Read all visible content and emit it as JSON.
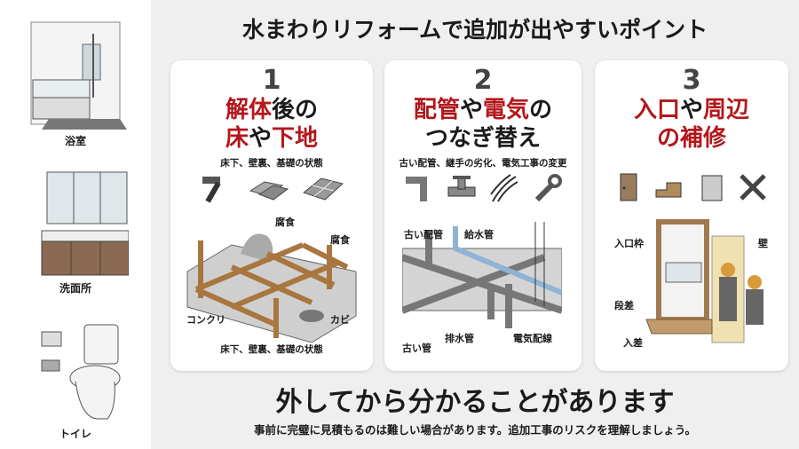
{
  "sidebar": {
    "rooms": [
      {
        "label": "浴室"
      },
      {
        "label": "洗面所"
      },
      {
        "label": "トイレ"
      }
    ]
  },
  "title": "水まわりリフォームで追加が出やすいポイント",
  "cards": [
    {
      "number": "1",
      "heading_line1_red": "解体",
      "heading_line1_black": "後の",
      "heading_line2_red1": "床",
      "heading_line2_black": "や",
      "heading_line2_red2": "下地",
      "subtitle": "床下、壁裏、基礎の状態",
      "labels": [
        "腐食",
        "腐食",
        "コンクリ",
        "カビ"
      ],
      "caption": "床下、壁裏、基礎の状態"
    },
    {
      "number": "2",
      "heading_line1_red1": "配管",
      "heading_line1_black1": "や",
      "heading_line1_red2": "電気",
      "heading_line1_black2": "の",
      "heading_line2": "つなぎ替え",
      "subtitle": "古い配管、継手の劣化、電気工事の変更",
      "labels": [
        "古い配管",
        "給水管",
        "古い管",
        "排水管",
        "電気配線"
      ]
    },
    {
      "number": "3",
      "heading_line1_red1": "入口",
      "heading_line1_black": "や",
      "heading_line1_red2": "周辺",
      "heading_line2_red": "の補修",
      "labels": [
        "入口枠",
        "壁",
        "段差",
        "入差"
      ]
    }
  ],
  "bottom": {
    "heading": "外してから分かることがあります",
    "subtext": "事前に完璧に見積もるのは難しい場合があります。追加工事のリスクを理解しましょう。"
  }
}
